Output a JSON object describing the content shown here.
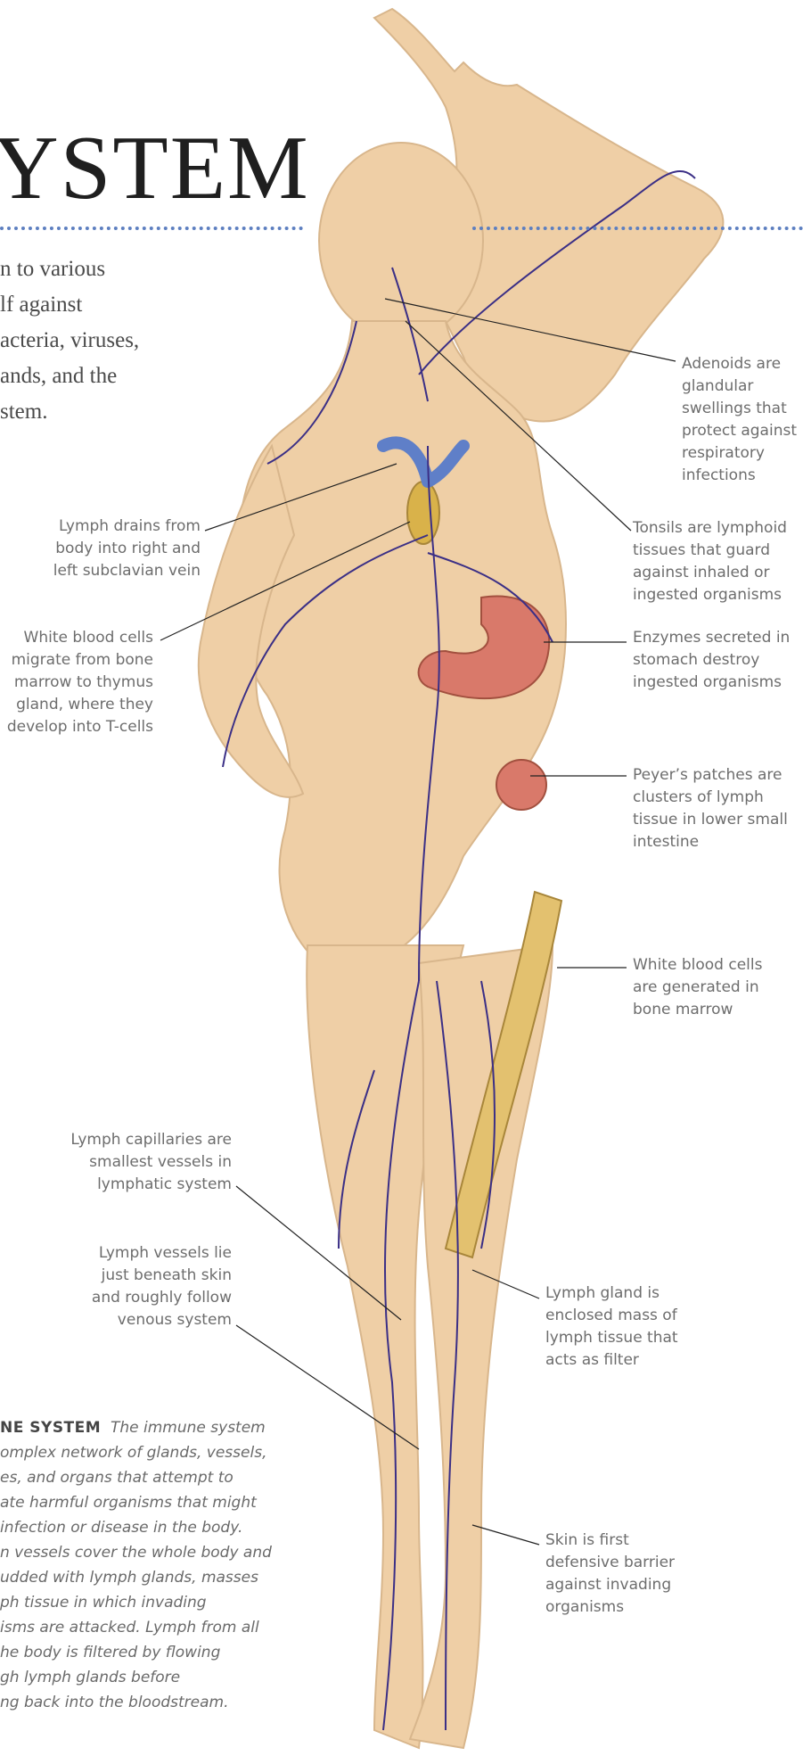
{
  "title": "YSTEM",
  "intro_lines": [
    "n to various",
    "lf against",
    "acteria, viruses,",
    "ands, and the",
    "stem."
  ],
  "callouts": {
    "adenoids": "Adenoids are glandular swellings that protect against respiratory infections",
    "tonsils": "Tonsils are lymphoid tissues that guard against inhaled or ingested organisms",
    "lymph_drains": "Lymph drains from body into right and left subclavian vein",
    "white_blood_thymus": "White blood cells migrate from bone marrow to thymus gland, where they develop into T-cells",
    "enzymes": "Enzymes secreted in stomach destroy ingested organisms",
    "peyers": "Peyer’s patches are clusters of lymph tissue in lower small intestine",
    "bone_marrow": "White blood cells are generated in bone marrow",
    "capillaries": "Lymph capillaries are smallest vessels in lymphatic system",
    "vessels": "Lymph vessels lie just beneath skin and roughly follow venous system",
    "gland": "Lymph gland is enclosed mass of lymph tissue that acts as filter",
    "skin": "Skin is first defensive barrier against invading organisms"
  },
  "caption": {
    "label": "NE SYSTEM",
    "text_lines": [
      "The immune system",
      "omplex network of glands, vessels,",
      "es, and organs that attempt to",
      "ate harmful organisms that might",
      " infection or disease in the body.",
      "n vessels cover the whole body and",
      "udded with lymph glands, masses",
      "ph tissue in which invading",
      "isms are attacked. Lymph from all",
      "he body is filtered by flowing",
      "gh lymph glands before",
      "ng back into the bloodstream."
    ]
  },
  "colors": {
    "skin": "#efcfa6",
    "vessel": "#3b2f86",
    "accent_dots": "#5d7fc0",
    "vein_blue": "#5f7fc8",
    "gland": "#d9b24a",
    "stomach": "#d9796a",
    "bone": "#e3c16f"
  }
}
